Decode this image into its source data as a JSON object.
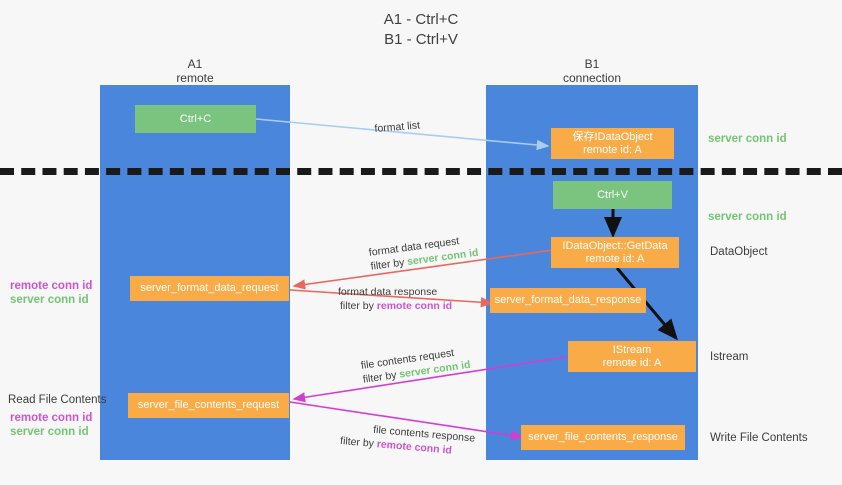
{
  "title": {
    "line1": "A1 - Ctrl+C",
    "line2": "B1 - Ctrl+V"
  },
  "lanes": [
    {
      "name": "A1",
      "subtitle": "remote"
    },
    {
      "name": "B1",
      "subtitle": "connection"
    }
  ],
  "nodes": {
    "ctrl_c": {
      "label": "Ctrl+C"
    },
    "save_idataobject": {
      "label": "保存IDataObject",
      "sub": "remote id: A"
    },
    "ctrl_v": {
      "label": "Ctrl+V"
    },
    "getdata": {
      "label": "IDataObject::GetData",
      "sub": "remote id: A"
    },
    "format_data_request": {
      "label": "server_format_data_request"
    },
    "format_data_response": {
      "label": "server_format_data_response"
    },
    "istream": {
      "label": "IStream",
      "sub": "remote id: A"
    },
    "file_contents_request": {
      "label": "server_file_contents_request"
    },
    "file_contents_response": {
      "label": "server_file_contents_response"
    }
  },
  "edges": {
    "format_list": "format list",
    "format_data_request_title": "format data request",
    "format_data_request_filter_prefix": "filter by ",
    "format_data_request_filter_key": "server conn id",
    "format_data_response_title": "format data response",
    "format_data_response_filter_prefix": "filter by ",
    "format_data_response_filter_key": "remote conn id",
    "file_contents_request_title": "file contents request",
    "file_contents_request_filter_prefix": "filter by ",
    "file_contents_request_filter_key": "server conn id",
    "file_contents_response_title": "file contents response",
    "file_contents_response_filter_prefix": "filter by ",
    "file_contents_response_filter_key": "remote conn id"
  },
  "right_labels": {
    "server_conn_id_top": "server conn id",
    "server_conn_id_mid": "server conn id",
    "dataobject": "DataObject",
    "istream": "Istream",
    "write_file_contents": "Write File Contents"
  },
  "left_labels": {
    "remote_conn_id_1": "remote conn id",
    "server_conn_id_1": "server conn id",
    "read_file_contents": "Read File Contents",
    "remote_conn_id_2": "remote conn id",
    "server_conn_id_2": "server conn id"
  },
  "colors": {
    "lane": "#4a86dc",
    "green_node": "#7ac47f",
    "orange_node": "#f9ab48",
    "server_conn": "#74c476",
    "remote_conn": "#cc55cc",
    "arrow_blue": "#a9cdf0",
    "arrow_red": "#e8685e",
    "arrow_magenta": "#d13fd1",
    "arrow_black": "#111111",
    "background": "#f7f7f7"
  }
}
